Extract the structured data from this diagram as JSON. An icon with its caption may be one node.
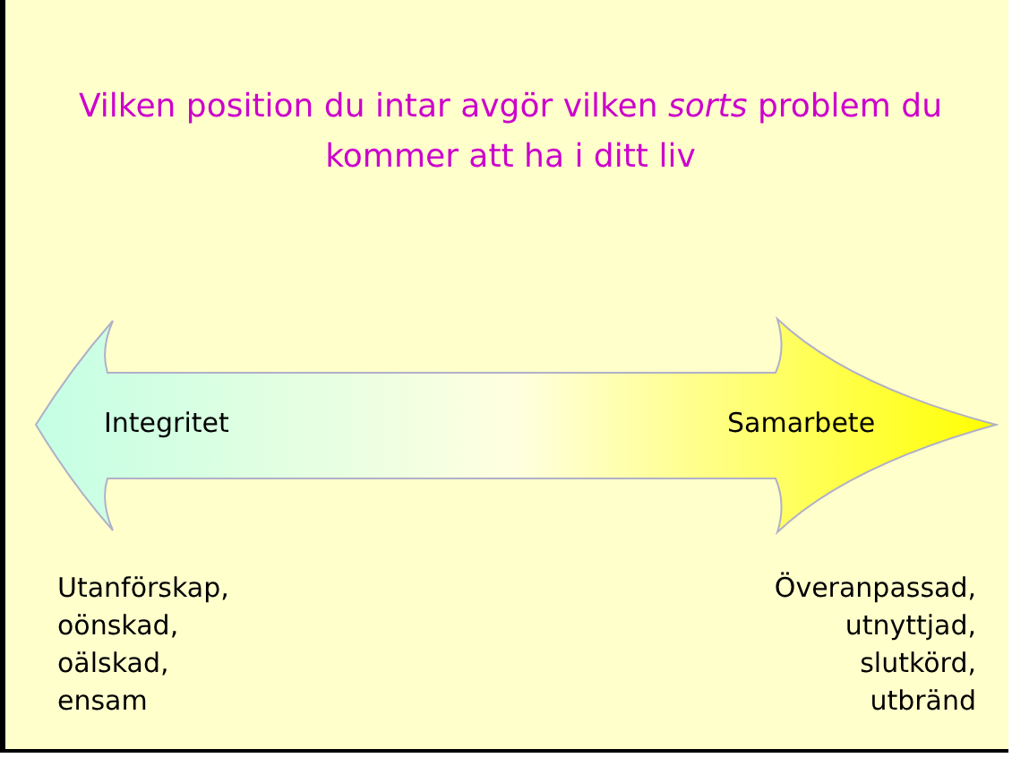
{
  "diagram": {
    "title": "Vilken position du intar avgör vilken *sorts* problem du kommer att ha i ditt liv",
    "nodes": [
      {
        "text": [
          "Integritet",
          "Samarbete"
        ]
      }
    ],
    "labels": [
      "Utanförskap, oönskad, oälskad, ensam",
      "Överanpassad, utnyttjad, slutkörd, utbränd"
    ]
  }
}
